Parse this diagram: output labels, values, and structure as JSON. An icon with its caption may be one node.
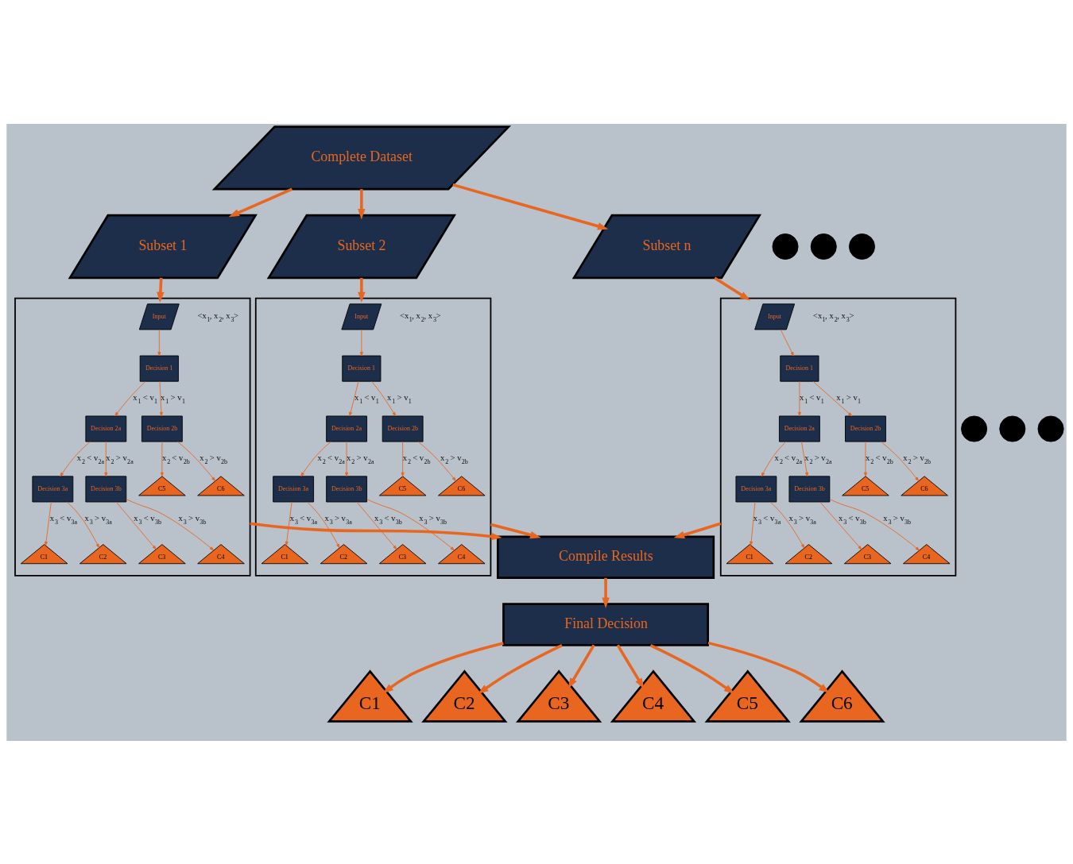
{
  "diagram": {
    "nodes": [
      {
        "text": [
          "Complete Dataset"
        ]
      },
      {
        "text": [
          "Subset 1"
        ]
      },
      {
        "text": [
          "Subset 2"
        ]
      },
      {
        "text": [],
        "shape": "circle"
      },
      {
        "text": [],
        "shape": "circle"
      },
      {
        "text": [],
        "shape": "circle"
      },
      {
        "text": [
          "Subset n"
        ]
      },
      {
        "text": [],
        "shape": "box"
      },
      {
        "text": [
          "Input"
        ],
        "in": 7,
        "beside": [
          "<x$_{1}$, x$_{2}$, x$_{3}$>"
        ]
      },
      {
        "text": [
          "Decision 1"
        ],
        "in": 7
      },
      {
        "text": [
          "Decision 2a"
        ],
        "in": 7
      },
      {
        "text": [
          "Decision 2b"
        ],
        "in": 7
      },
      {
        "text": [
          "Decision 3a"
        ],
        "in": 7
      },
      {
        "text": [
          "Decision 3b"
        ],
        "in": 7
      },
      {
        "text": [
          "C1"
        ],
        "in": 7
      },
      {
        "text": [
          "C2"
        ],
        "in": 7
      },
      {
        "text": [
          "C3"
        ],
        "in": 7
      },
      {
        "text": [
          "C4"
        ],
        "in": 7
      },
      {
        "text": [
          "C5"
        ],
        "in": 7
      },
      {
        "text": [
          "C6"
        ],
        "in": 7
      },
      {
        "text": [],
        "shape": "box"
      },
      {
        "text": [
          "Input"
        ],
        "in": 20,
        "beside": [
          "<x$_{1}$, x$_{2}$, x$_{3}$>"
        ]
      },
      {
        "text": [
          "Decision 1"
        ],
        "in": 20
      },
      {
        "text": [
          "Decision 2a"
        ],
        "in": 20
      },
      {
        "text": [
          "Decision 2b"
        ],
        "in": 20
      },
      {
        "text": [
          "Decision 3a"
        ],
        "in": 20
      },
      {
        "text": [
          "Decision 3b"
        ],
        "in": 20
      },
      {
        "text": [
          "C1"
        ],
        "in": 20
      },
      {
        "text": [
          "C2"
        ],
        "in": 20
      },
      {
        "text": [
          "C3"
        ],
        "in": 20
      },
      {
        "text": [
          "C4"
        ],
        "in": 20
      },
      {
        "text": [
          "C5"
        ],
        "in": 20
      },
      {
        "text": [
          "C6"
        ],
        "in": 20
      },
      {
        "text": [],
        "shape": "circle"
      },
      {
        "text": [],
        "shape": "circle"
      },
      {
        "text": [],
        "shape": "circle"
      },
      {
        "text": [],
        "shape": "box"
      },
      {
        "text": [
          "Input"
        ],
        "in": 36,
        "beside": [
          "<x$_{1}$, x$_{2}$, x$_{3}$>"
        ]
      },
      {
        "text": [
          "Decision 1"
        ],
        "in": 36
      },
      {
        "text": [
          "Decision 2a"
        ],
        "in": 36
      },
      {
        "text": [
          "Decision 2b"
        ],
        "in": 36
      },
      {
        "text": [
          "Decision 3a"
        ],
        "in": 36
      },
      {
        "text": [
          "Decision 3b"
        ],
        "in": 36
      },
      {
        "text": [
          "C1"
        ],
        "in": 36
      },
      {
        "text": [
          "C2"
        ],
        "in": 36
      },
      {
        "text": [
          "C3"
        ],
        "in": 36
      },
      {
        "text": [
          "C4"
        ],
        "in": 36
      },
      {
        "text": [
          "C5"
        ],
        "in": 36
      },
      {
        "text": [
          "C6"
        ],
        "in": 36
      },
      {
        "text": [
          "Compile Results"
        ]
      },
      {
        "text": [
          "Final Decision"
        ]
      },
      {
        "text": [
          "C1"
        ]
      },
      {
        "text": [
          "C2"
        ]
      },
      {
        "text": [
          "C3"
        ]
      },
      {
        "text": [
          "C4"
        ]
      },
      {
        "text": [
          "C5"
        ]
      },
      {
        "text": [
          "C6"
        ]
      }
    ],
    "edges": [
      {
        "from": 0,
        "to": 1,
        "arrow": "to",
        "style": "thick"
      },
      {
        "from": 0,
        "to": 2,
        "arrow": "to",
        "style": "thick"
      },
      {
        "from": 0,
        "to": 6,
        "arrow": "to",
        "style": "thick"
      },
      {
        "from": 1,
        "to": 7,
        "arrow": "to",
        "style": "thick"
      },
      {
        "from": 2,
        "to": 20,
        "arrow": "to",
        "style": "thick"
      },
      {
        "from": 6,
        "to": 36,
        "arrow": "to",
        "style": "thick"
      },
      {
        "from": 8,
        "to": 9,
        "arrow": "to"
      },
      {
        "from": 9,
        "to": 10,
        "arrow": "to",
        "label": "x$_{1}$ < v$_{1}$"
      },
      {
        "from": 9,
        "to": 11,
        "arrow": "to",
        "label": "x$_{1}$ > v$_{1}$"
      },
      {
        "from": 10,
        "to": 12,
        "arrow": "to",
        "label": "x$_{2}$ < v$_{2a}$"
      },
      {
        "from": 10,
        "to": 13,
        "arrow": "to",
        "label": "x$_{2}$ > v$_{2a}$"
      },
      {
        "from": 11,
        "to": 18,
        "arrow": "to",
        "label": "x$_{2}$ < v$_{2b}$"
      },
      {
        "from": 11,
        "to": 19,
        "arrow": "to",
        "label": "x$_{2}$ > v$_{2b}$"
      },
      {
        "from": 12,
        "to": 14,
        "arrow": "to",
        "label": "x$_{3}$ < v$_{3a}$"
      },
      {
        "from": 12,
        "to": 15,
        "arrow": "to",
        "label": "x$_{3}$ > v$_{3a}$"
      },
      {
        "from": 13,
        "to": 16,
        "arrow": "to",
        "label": "x$_{3}$ < v$_{3b}$"
      },
      {
        "from": 13,
        "to": 17,
        "arrow": "to",
        "label": "x$_{3}$ > v$_{3b}$"
      },
      {
        "from": 21,
        "to": 22,
        "arrow": "to"
      },
      {
        "from": 22,
        "to": 23,
        "arrow": "to",
        "label": "x$_{1}$ < v$_{1}$"
      },
      {
        "from": 22,
        "to": 24,
        "arrow": "to",
        "label": "x$_{1}$ > v$_{1}$"
      },
      {
        "from": 23,
        "to": 25,
        "arrow": "to",
        "label": "x$_{2}$ < v$_{2a}$"
      },
      {
        "from": 23,
        "to": 26,
        "arrow": "to",
        "label": "x$_{2}$ > v$_{2a}$"
      },
      {
        "from": 24,
        "to": 31,
        "arrow": "to",
        "label": "x$_{2}$ < v$_{2b}$"
      },
      {
        "from": 24,
        "to": 32,
        "arrow": "to",
        "label": "x$_{2}$ > v$_{2b}$"
      },
      {
        "from": 25,
        "to": 27,
        "arrow": "to",
        "label": "x$_{3}$ < v$_{3a}$"
      },
      {
        "from": 25,
        "to": 28,
        "arrow": "to",
        "label": "x$_{3}$ > v$_{3a}$"
      },
      {
        "from": 26,
        "to": 29,
        "arrow": "to",
        "label": "x$_{3}$ < v$_{3b}$"
      },
      {
        "from": 26,
        "to": 30,
        "arrow": "to",
        "label": "x$_{3}$ > v$_{3b}$"
      },
      {
        "from": 37,
        "to": 38,
        "arrow": "to"
      },
      {
        "from": 38,
        "to": 39,
        "arrow": "to",
        "label": "x$_{1}$ < v$_{1}$"
      },
      {
        "from": 38,
        "to": 40,
        "arrow": "to",
        "label": "x$_{1}$ > v$_{1}$"
      },
      {
        "from": 39,
        "to": 41,
        "arrow": "to",
        "label": "x$_{2}$ < v$_{2a}$"
      },
      {
        "from": 39,
        "to": 42,
        "arrow": "to",
        "label": "x$_{2}$ > v$_{2a}$"
      },
      {
        "from": 40,
        "to": 47,
        "arrow": "to",
        "label": "x$_{2}$ < v$_{2b}$"
      },
      {
        "from": 40,
        "to": 48,
        "arrow": "to",
        "label": "x$_{2}$ > v$_{2b}$"
      },
      {
        "from": 41,
        "to": 43,
        "arrow": "to",
        "label": "x$_{3}$ < v$_{3a}$"
      },
      {
        "from": 41,
        "to": 44,
        "arrow": "to",
        "label": "x$_{3}$ > v$_{3a}$"
      },
      {
        "from": 42,
        "to": 45,
        "arrow": "to",
        "label": "x$_{3}$ < v$_{3b}$"
      },
      {
        "from": 42,
        "to": 46,
        "arrow": "to",
        "label": "x$_{3}$ > v$_{3b}$"
      },
      {
        "from": 7,
        "to": 49,
        "arrow": "to",
        "style": "thick"
      },
      {
        "from": 20,
        "to": 49,
        "arrow": "to",
        "style": "thick"
      },
      {
        "from": 36,
        "to": 49,
        "arrow": "to",
        "style": "thick"
      },
      {
        "from": 49,
        "to": 50,
        "arrow": "to",
        "style": "thick"
      },
      {
        "from": 50,
        "to": 51,
        "arrow": "to",
        "style": "thick"
      },
      {
        "from": 50,
        "to": 52,
        "arrow": "to",
        "style": "thick"
      },
      {
        "from": 50,
        "to": 53,
        "arrow": "to",
        "style": "thick"
      },
      {
        "from": 50,
        "to": 54,
        "arrow": "to",
        "style": "thick"
      },
      {
        "from": 50,
        "to": 55,
        "arrow": "to",
        "style": "thick"
      },
      {
        "from": 50,
        "to": 56,
        "arrow": "to",
        "style": "thick"
      }
    ]
  }
}
